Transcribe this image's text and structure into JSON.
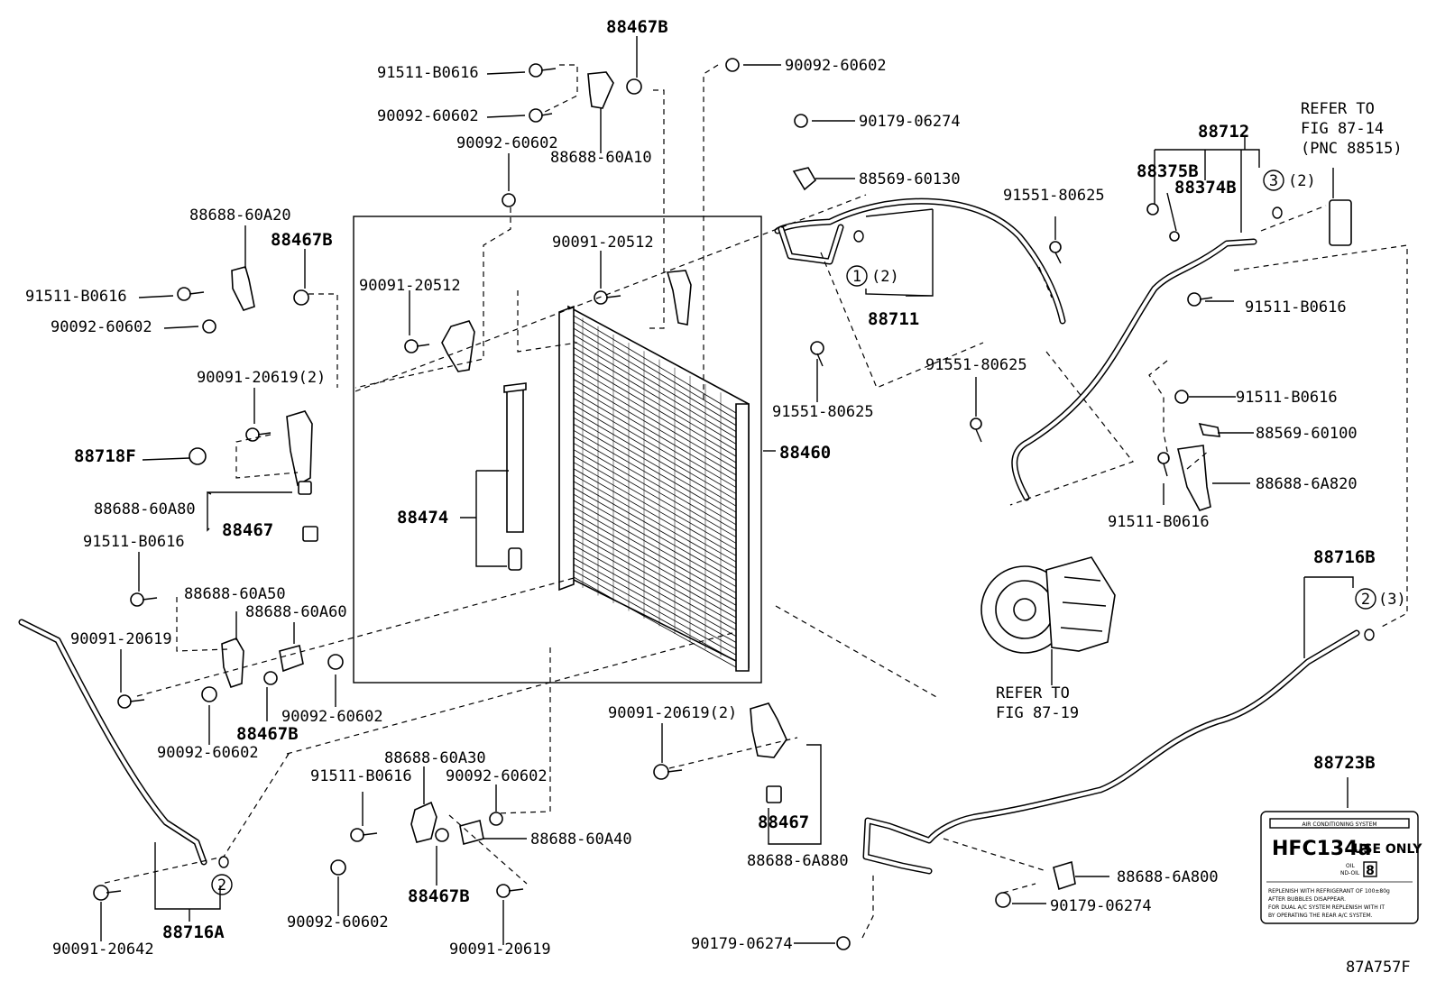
{
  "figure_code": "87A757F",
  "part_labels": {
    "p88467B_top": "88467B",
    "p91511_B0616_a": "91511-B0616",
    "p90092_60602_a": "90092-60602",
    "p88688_60A10": "88688-60A10",
    "p90092_60602_b": "90092-60602",
    "p90092_60602_top": "90092-60602",
    "p88688_60A20": "88688-60A20",
    "p88467B_left": "88467B",
    "p91511_B0616_b": "91511-B0616",
    "p90092_60602_c": "90092-60602",
    "p90091_20512_a": "90091-20512",
    "p90091_20512_b": "90091-20512",
    "p90091_20619_2_a": "90091-20619(2)",
    "p88718F": "88718F",
    "p88688_60A80": "88688-60A80",
    "p88467_left": "88467",
    "p91511_B0616_c": "91511-B0616",
    "p88688_60A50": "88688-60A50",
    "p88688_60A60": "88688-60A60",
    "p90091_20619_a": "90091-20619",
    "p90092_60602_d": "90092-60602",
    "p88467B_mid": "88467B",
    "p90092_60602_e": "90092-60602",
    "p88474": "88474",
    "p88460": "88460",
    "p90179_06274_a": "90179-06274",
    "p88569_60130": "88569-60130",
    "p91551_80625_a": "91551-80625",
    "p88711": "88711",
    "p91551_80625_b": "91551-80625",
    "p91551_80625_c": "91551-80625",
    "p88712": "88712",
    "p88375B": "88375B",
    "p88374B": "88374B",
    "p91511_B0616_d": "91511-B0616",
    "p91511_B0616_e": "91511-B0616",
    "p88569_60100": "88569-60100",
    "p88688_6A820": "88688-6A820",
    "p91511_B0616_f": "91511-B0616",
    "p88716B": "88716B",
    "p90091_20619_2_b": "90091-20619(2)",
    "p88467_mid": "88467",
    "p88688_6A880": "88688-6A880",
    "p88688_60A30": "88688-60A30",
    "p91511_B0616_g": "91511-B0616",
    "p90092_60602_f": "90092-60602",
    "p88688_60A40": "88688-60A40",
    "p88467B_bot": "88467B",
    "p90092_60602_g": "90092-60602",
    "p90091_20619_b": "90091-20619",
    "p90091_20642": "90091-20642",
    "p88716A": "88716A",
    "p88723B": "88723B",
    "p88688_6A800": "88688-6A800",
    "p90179_06274_b": "90179-06274",
    "p90179_06274_c": "90179-06274"
  },
  "refer_notes": {
    "fig_87_14_line1": "REFER TO",
    "fig_87_14_line2": "FIG 87-14",
    "fig_87_14_line3": "(PNC 88515)",
    "fig_87_19_line1": "REFER TO",
    "fig_87_19_line2": "FIG 87-19"
  },
  "callouts": {
    "c1_num": "1",
    "c1_qty": "(2)",
    "c2a_num": "2",
    "c2b_num": "2",
    "c2b_qty": "(3)",
    "c3_num": "3",
    "c3_qty": "(2)"
  },
  "ac_label": {
    "header": "AIR CONDITIONING SYSTEM",
    "refrigerant": "HFC134a",
    "use_only": "USE ONLY",
    "oil_label": "OIL",
    "oil_type": "ND-OIL",
    "oil_number": "8",
    "line1": "REPLENISH WITH REFRIGERANT OF 100±80g",
    "line2": "AFTER BUBBLES DISAPPEAR.",
    "line3": "FOR DUAL A/C SYSTEM REPLENISH WITH IT",
    "line4": "BY OPERATING THE REAR A/C SYSTEM."
  }
}
